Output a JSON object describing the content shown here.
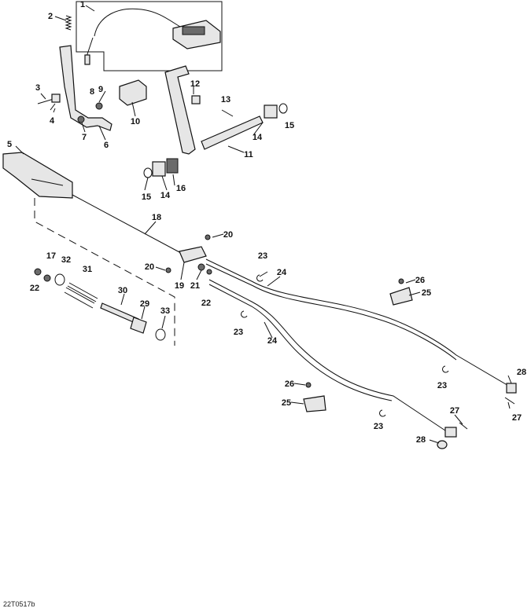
{
  "callouts": [
    {
      "id": "1",
      "text": "1"
    },
    {
      "id": "2",
      "text": "2"
    },
    {
      "id": "3",
      "text": "3"
    },
    {
      "id": "4",
      "text": "4"
    },
    {
      "id": "5",
      "text": "5"
    },
    {
      "id": "6",
      "text": "6"
    },
    {
      "id": "7",
      "text": "7"
    },
    {
      "id": "8",
      "text": "8"
    },
    {
      "id": "9",
      "text": "9"
    },
    {
      "id": "10",
      "text": "10"
    },
    {
      "id": "11",
      "text": "11"
    },
    {
      "id": "12",
      "text": "12"
    },
    {
      "id": "13",
      "text": "13"
    },
    {
      "id": "14a",
      "text": "14"
    },
    {
      "id": "14b",
      "text": "14"
    },
    {
      "id": "15a",
      "text": "15"
    },
    {
      "id": "15b",
      "text": "15"
    },
    {
      "id": "16",
      "text": "16"
    },
    {
      "id": "17",
      "text": "17"
    },
    {
      "id": "18",
      "text": "18"
    },
    {
      "id": "19",
      "text": "19"
    },
    {
      "id": "20a",
      "text": "20"
    },
    {
      "id": "20b",
      "text": "20"
    },
    {
      "id": "21",
      "text": "21"
    },
    {
      "id": "22a",
      "text": "22"
    },
    {
      "id": "22b",
      "text": "22"
    },
    {
      "id": "23a",
      "text": "23"
    },
    {
      "id": "23b",
      "text": "23"
    },
    {
      "id": "23c",
      "text": "23"
    },
    {
      "id": "23d",
      "text": "23"
    },
    {
      "id": "24a",
      "text": "24"
    },
    {
      "id": "24b",
      "text": "24"
    },
    {
      "id": "25a",
      "text": "25"
    },
    {
      "id": "25b",
      "text": "25"
    },
    {
      "id": "26a",
      "text": "26"
    },
    {
      "id": "26b",
      "text": "26"
    },
    {
      "id": "27a",
      "text": "27"
    },
    {
      "id": "27b",
      "text": "27"
    },
    {
      "id": "28a",
      "text": "28"
    },
    {
      "id": "28b",
      "text": "28"
    },
    {
      "id": "29",
      "text": "29"
    },
    {
      "id": "30",
      "text": "30"
    },
    {
      "id": "31",
      "text": "31"
    },
    {
      "id": "32",
      "text": "32"
    },
    {
      "id": "33",
      "text": "33"
    }
  ],
  "figure_ref": "22T0517b"
}
